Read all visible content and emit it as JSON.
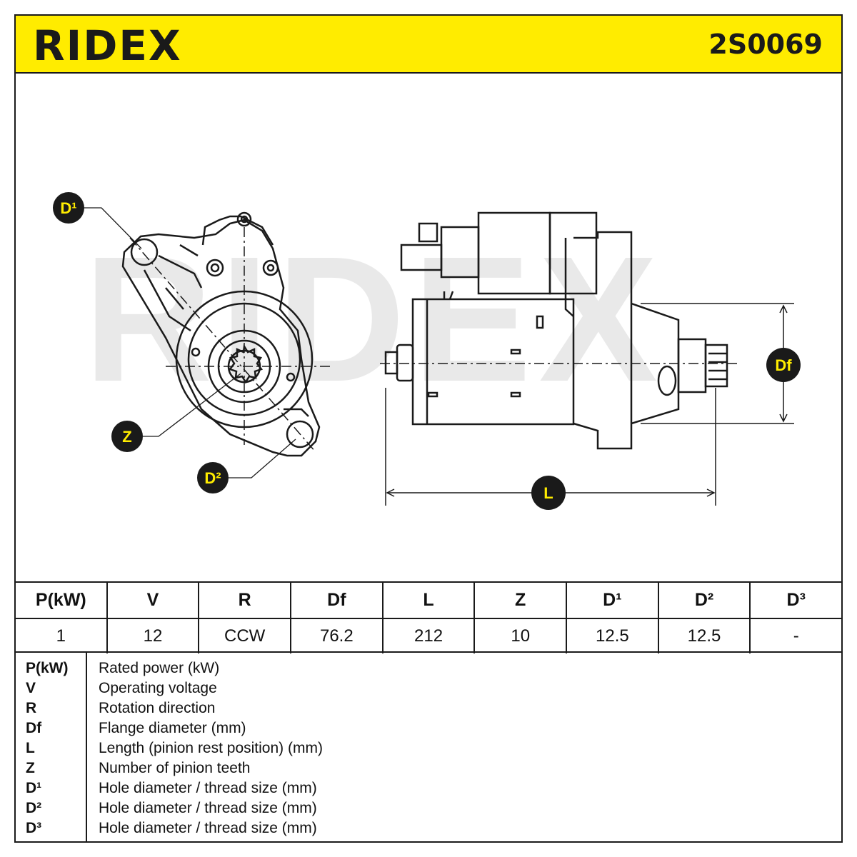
{
  "brand": {
    "logo_text": "RIDEX",
    "part_number": "2S0069"
  },
  "callouts": {
    "d1": "D¹",
    "d2": "D²",
    "z": "Z",
    "df": "Df",
    "l": "L"
  },
  "watermark": "RIDEX",
  "colors": {
    "accent": "#ffec00",
    "line": "#1a1a1a",
    "watermark": "#e6e6e6"
  },
  "spec_table": {
    "headers": [
      "P(kW)",
      "V",
      "R",
      "Df",
      "L",
      "Z",
      "D¹",
      "D²",
      "D³"
    ],
    "values": [
      "1",
      "12",
      "CCW",
      "76.2",
      "212",
      "10",
      "12.5",
      "12.5",
      "-"
    ]
  },
  "legend": [
    {
      "symbol": "P(kW)",
      "description": "Rated power (kW)"
    },
    {
      "symbol": "V",
      "description": "Operating voltage"
    },
    {
      "symbol": "R",
      "description": "Rotation direction"
    },
    {
      "symbol": "Df",
      "description": "Flange diameter (mm)"
    },
    {
      "symbol": "L",
      "description": "Length (pinion rest position) (mm)"
    },
    {
      "symbol": "Z",
      "description": "Number of pinion teeth"
    },
    {
      "symbol": "D¹",
      "description": "Hole diameter / thread size (mm)"
    },
    {
      "symbol": "D²",
      "description": "Hole diameter / thread size (mm)"
    },
    {
      "symbol": "D³",
      "description": "Hole diameter / thread size (mm)"
    }
  ]
}
